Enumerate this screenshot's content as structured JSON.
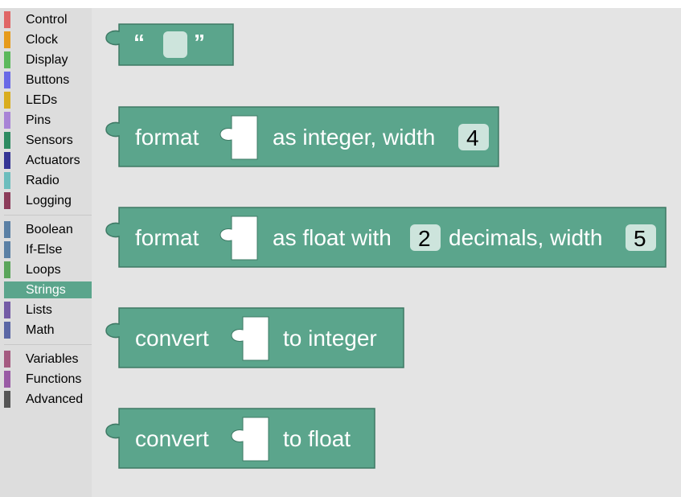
{
  "toolbox": {
    "categories": [
      {
        "label": "Control",
        "color": "#e06666"
      },
      {
        "label": "Clock",
        "color": "#e69b1b"
      },
      {
        "label": "Display",
        "color": "#5cb85c"
      },
      {
        "label": "Buttons",
        "color": "#6a6ae6"
      },
      {
        "label": "LEDs",
        "color": "#d9ad1f"
      },
      {
        "label": "Pins",
        "color": "#a883d6"
      },
      {
        "label": "Sensors",
        "color": "#2e8b62"
      },
      {
        "label": "Actuators",
        "color": "#353595"
      },
      {
        "label": "Radio",
        "color": "#6cbdbd"
      },
      {
        "label": "Logging",
        "color": "#8c3c5a"
      },
      {
        "label": "Boolean",
        "color": "#5b80a5"
      },
      {
        "label": "If-Else",
        "color": "#5b80a5"
      },
      {
        "label": "Loops",
        "color": "#5ba55b"
      },
      {
        "label": "Strings",
        "color": "#5ba58c"
      },
      {
        "label": "Lists",
        "color": "#745ba5"
      },
      {
        "label": "Math",
        "color": "#5b67a5"
      },
      {
        "label": "Variables",
        "color": "#a55b80"
      },
      {
        "label": "Functions",
        "color": "#995ba5"
      },
      {
        "label": "Advanced",
        "color": "#555555"
      }
    ],
    "selected": "Strings"
  },
  "blocks": {
    "text_block": {
      "open_quote": "“",
      "close_quote": "”"
    },
    "format_integer": {
      "word_format": "format",
      "word_suffix": "as integer, width",
      "width_value": "4"
    },
    "format_float": {
      "word_format": "format",
      "word_middle": "as float with",
      "decimals_value": "2",
      "word_suffix": "decimals, width",
      "width_value": "5"
    },
    "convert_integer": {
      "word_convert": "convert",
      "word_suffix": "to integer"
    },
    "convert_float": {
      "word_convert": "convert",
      "word_suffix": "to float"
    }
  },
  "colors": {
    "block_fill": "#5ba58c",
    "block_stroke": "#3e7a65",
    "field_fill": "#cde4dc",
    "toolbox_bg": "#dddddd",
    "workspace_bg": "#e4e4e4"
  }
}
